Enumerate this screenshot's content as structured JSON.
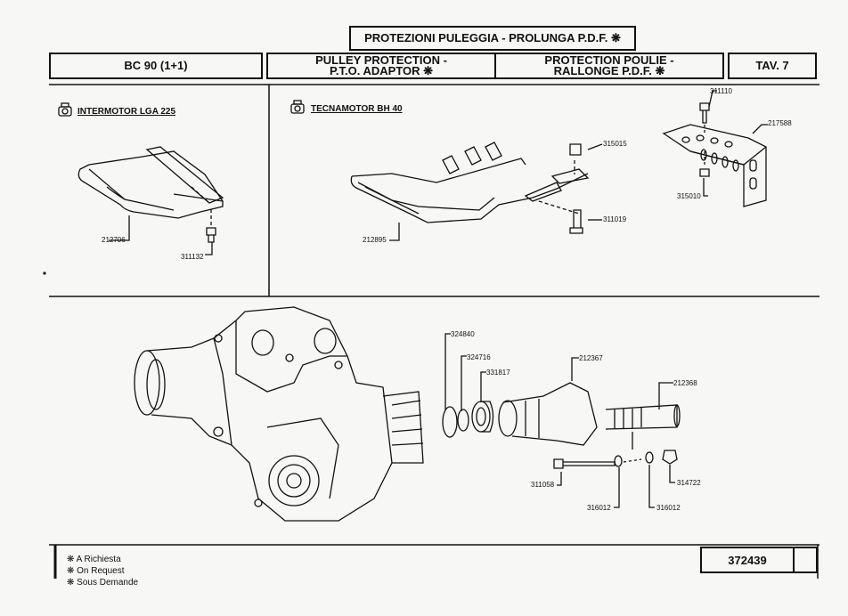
{
  "header": {
    "title": "PROTEZIONI PULEGGIA - PROLUNGA P.D.F. ❋",
    "model": "BC 90 (1+1)",
    "en_line1": "PULLEY PROTECTION -",
    "en_line2": "P.T.O. ADAPTOR ❋",
    "fr_line1": "PROTECTION POULIE -",
    "fr_line2": "RALLONGE P.D.F. ❋",
    "table": "TAV. 7"
  },
  "sections": {
    "left_engine": "INTERMOTOR LGA 225",
    "right_engine": "TECNAMOTOR BH 40"
  },
  "parts": {
    "p212706": "212706",
    "p311132": "311132",
    "p212895": "212895",
    "p315015": "315015",
    "p311019": "311019",
    "p311110": "311110",
    "p217588": "217588",
    "p315010": "315010",
    "p324840": "324840",
    "p324716": "324716",
    "p331817": "331817",
    "p212367": "212367",
    "p212368": "212368",
    "p311058": "311058",
    "p316012a": "316012",
    "p316012b": "316012",
    "p314722": "314722"
  },
  "footer": {
    "legend": [
      "❋ A Richiesta",
      "❋ On Request",
      "❋ Sous Demande"
    ],
    "code": "372439"
  }
}
